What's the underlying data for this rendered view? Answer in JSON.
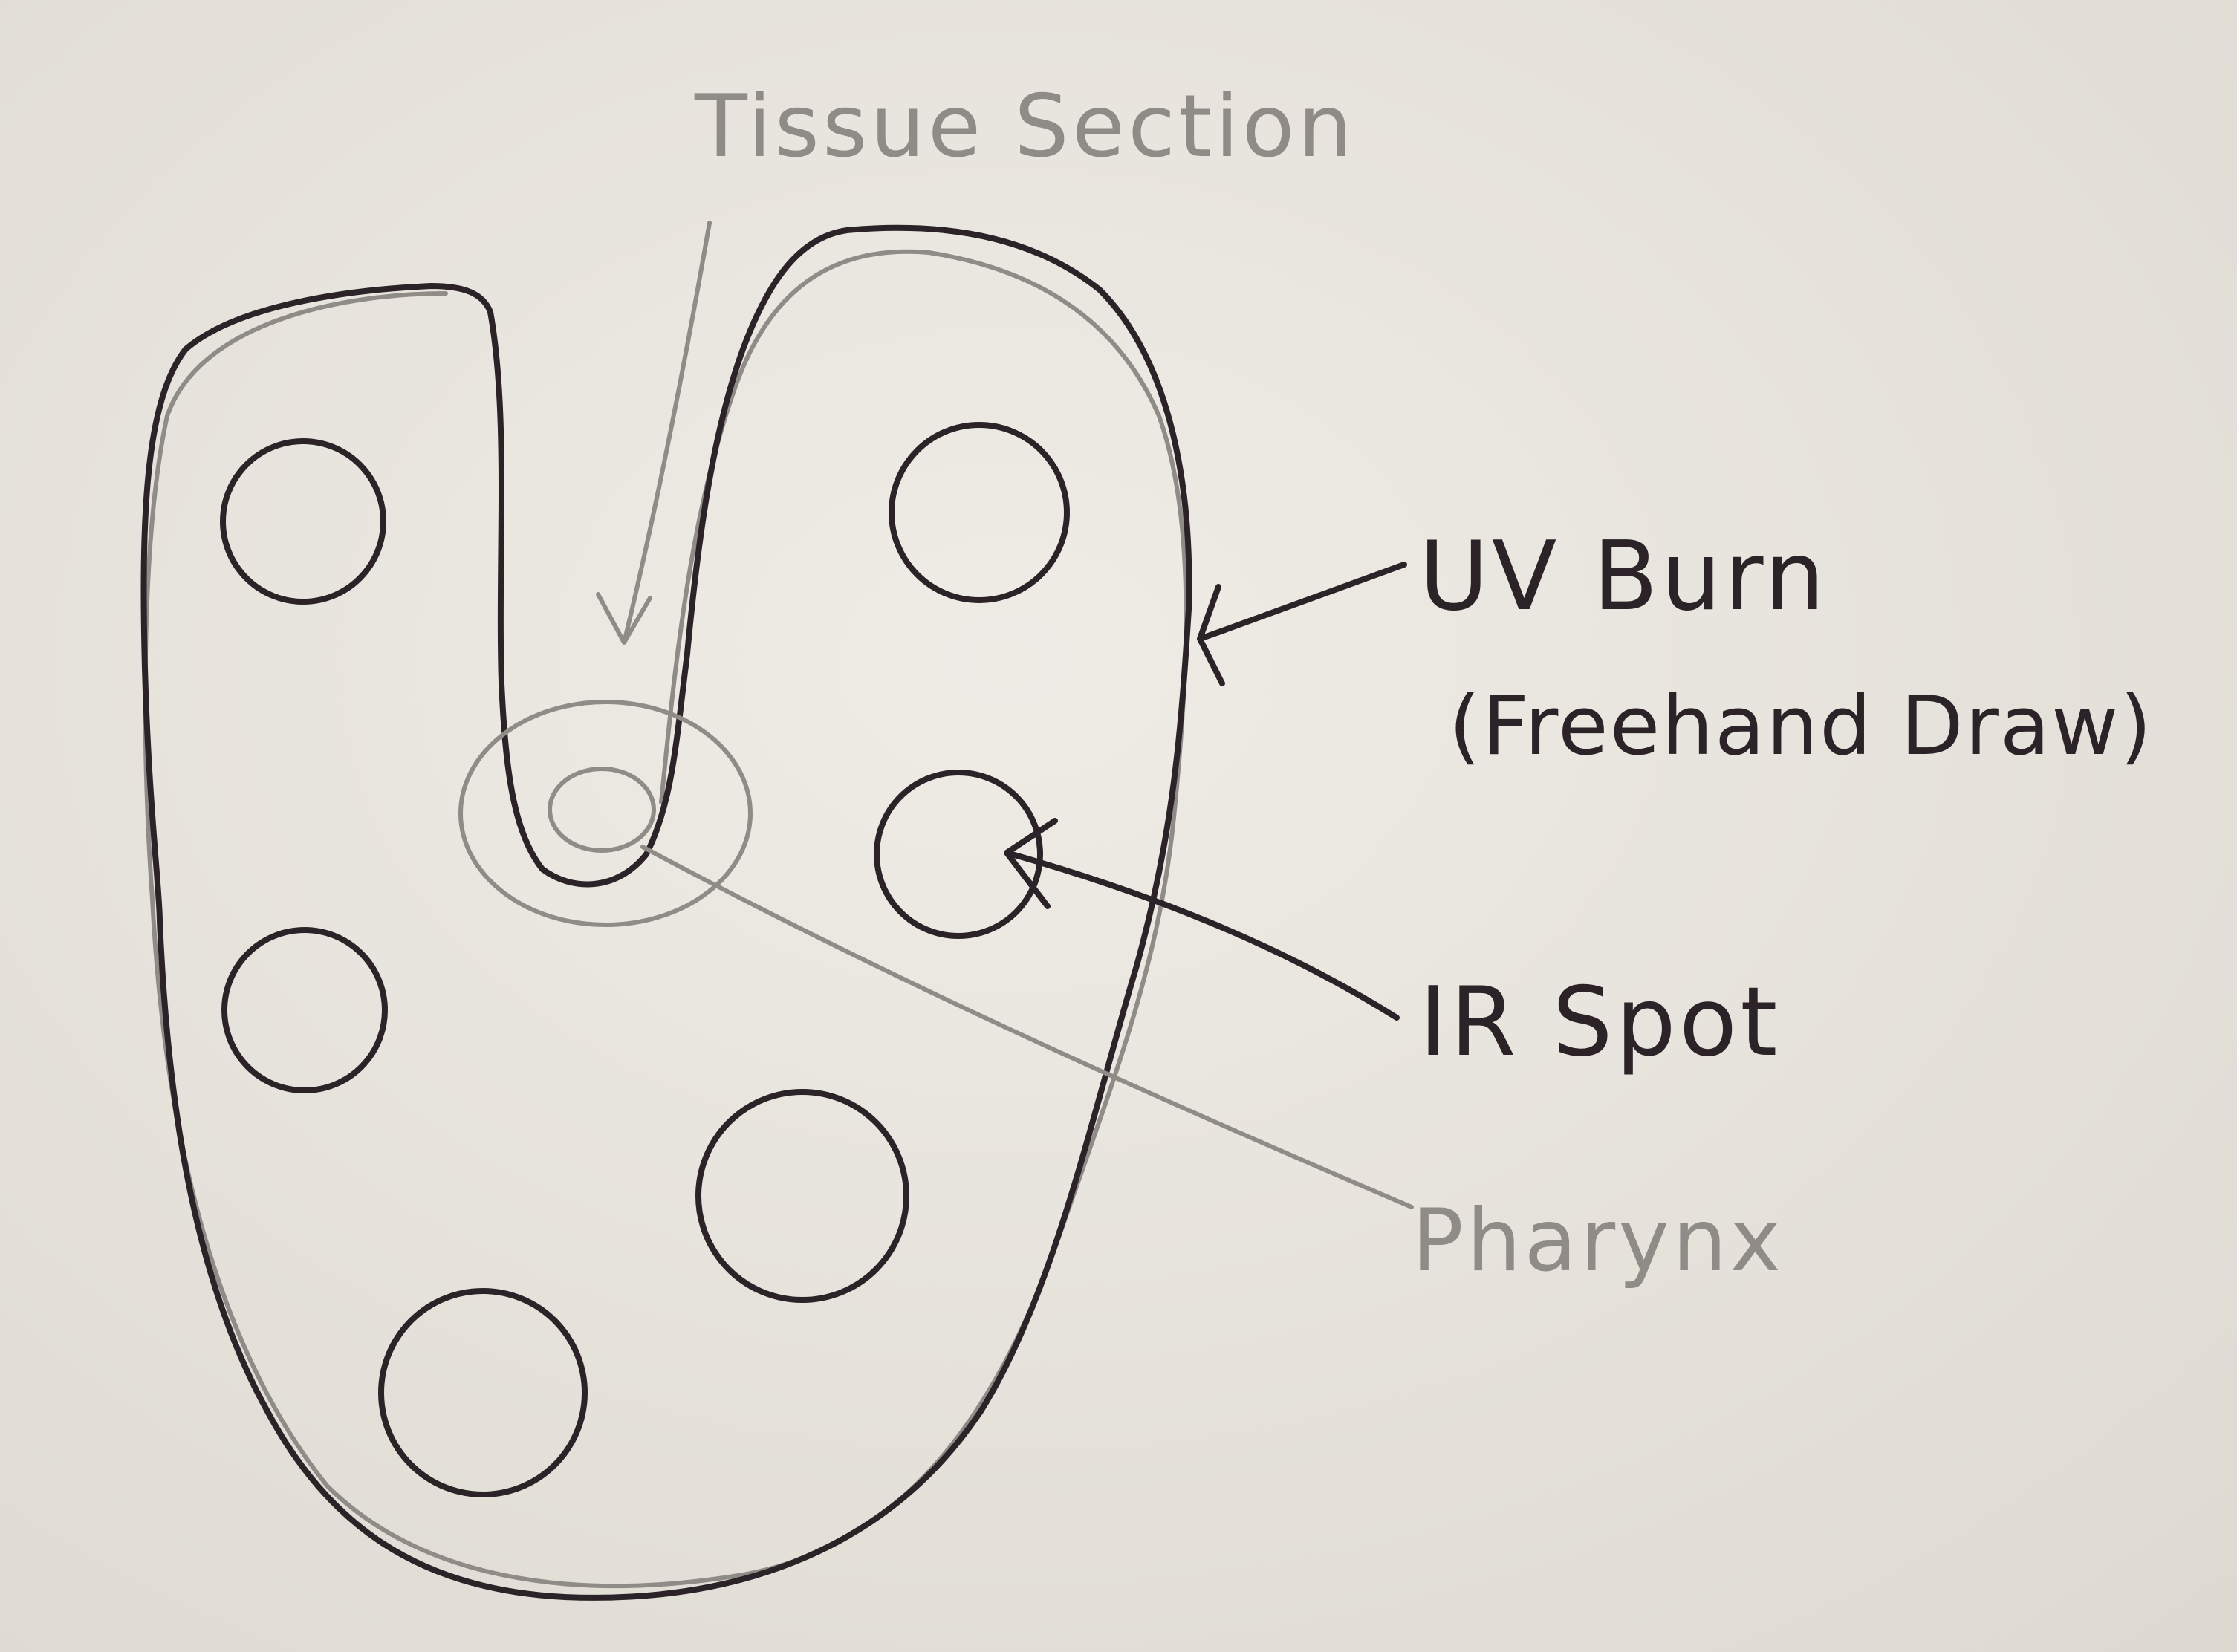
{
  "labels": {
    "tissue_section": "Tissue Section",
    "uv_burn": "UV Burn",
    "uv_burn_note": "(Freehand Draw)",
    "ir_spot": "IR Spot",
    "pharynx": "Pharynx"
  },
  "colors": {
    "paper": "#ebe8e1",
    "ink": "#2b2328",
    "pencil": "#8f8c88"
  }
}
